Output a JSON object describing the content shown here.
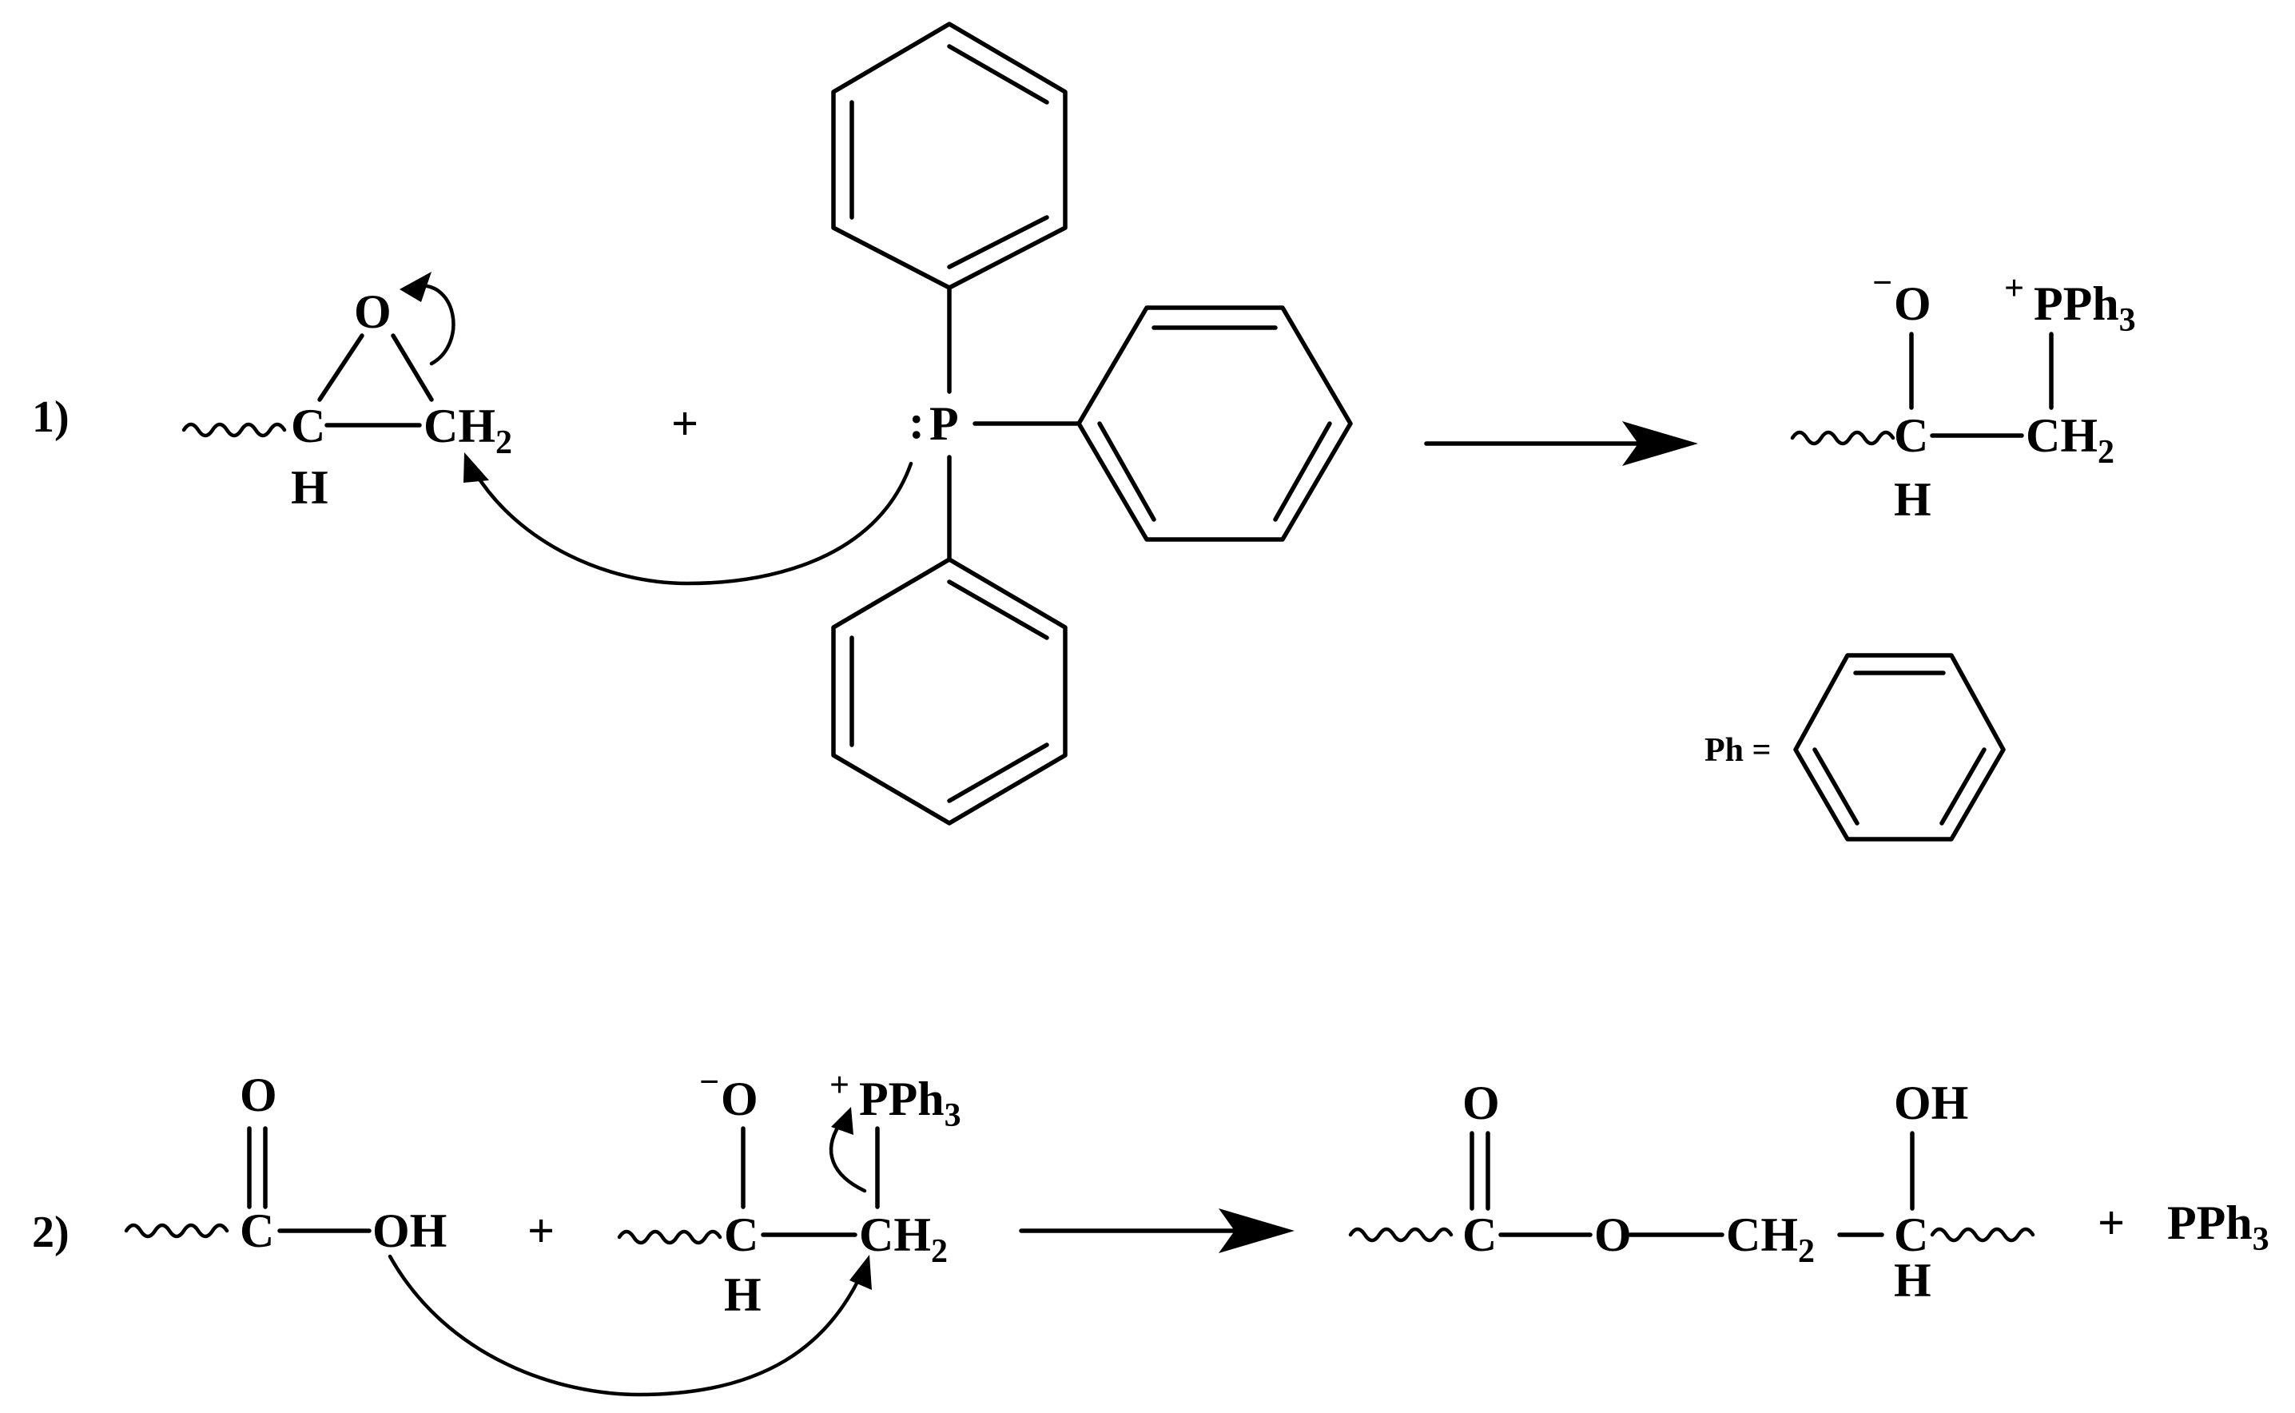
{
  "step1": {
    "number": "1)",
    "epoxide": {
      "O": "O",
      "C": "C",
      "H": "H",
      "CH": "CH",
      "sub2": "2"
    },
    "plus": "+",
    "phosphine": {
      "lone_pair": ":",
      "P": "P"
    },
    "product": {
      "minus": "−",
      "O": "O",
      "plus": "+",
      "PPh": "PPh",
      "sub3": "3",
      "C": "C",
      "CH": "CH",
      "sub2": "2",
      "H": "H"
    },
    "legend": {
      "text": "Ph ="
    }
  },
  "step2": {
    "number": "2)",
    "acid": {
      "O": "O",
      "C": "C",
      "OH": "OH"
    },
    "plus1": "+",
    "zwitterion": {
      "minus": "−",
      "O": "O",
      "plus": "+",
      "PPh": "PPh",
      "sub3": "3",
      "C": "C",
      "CH": "CH",
      "sub2": "2",
      "H": "H"
    },
    "product": {
      "O_carbonyl": "O",
      "C": "C",
      "O_ester": "O",
      "CH": "CH",
      "sub2": "2",
      "OH": "OH",
      "C2": "C",
      "H": "H"
    },
    "plus2": "+",
    "byproduct": {
      "PPh": "PPh",
      "sub3": "3"
    }
  }
}
